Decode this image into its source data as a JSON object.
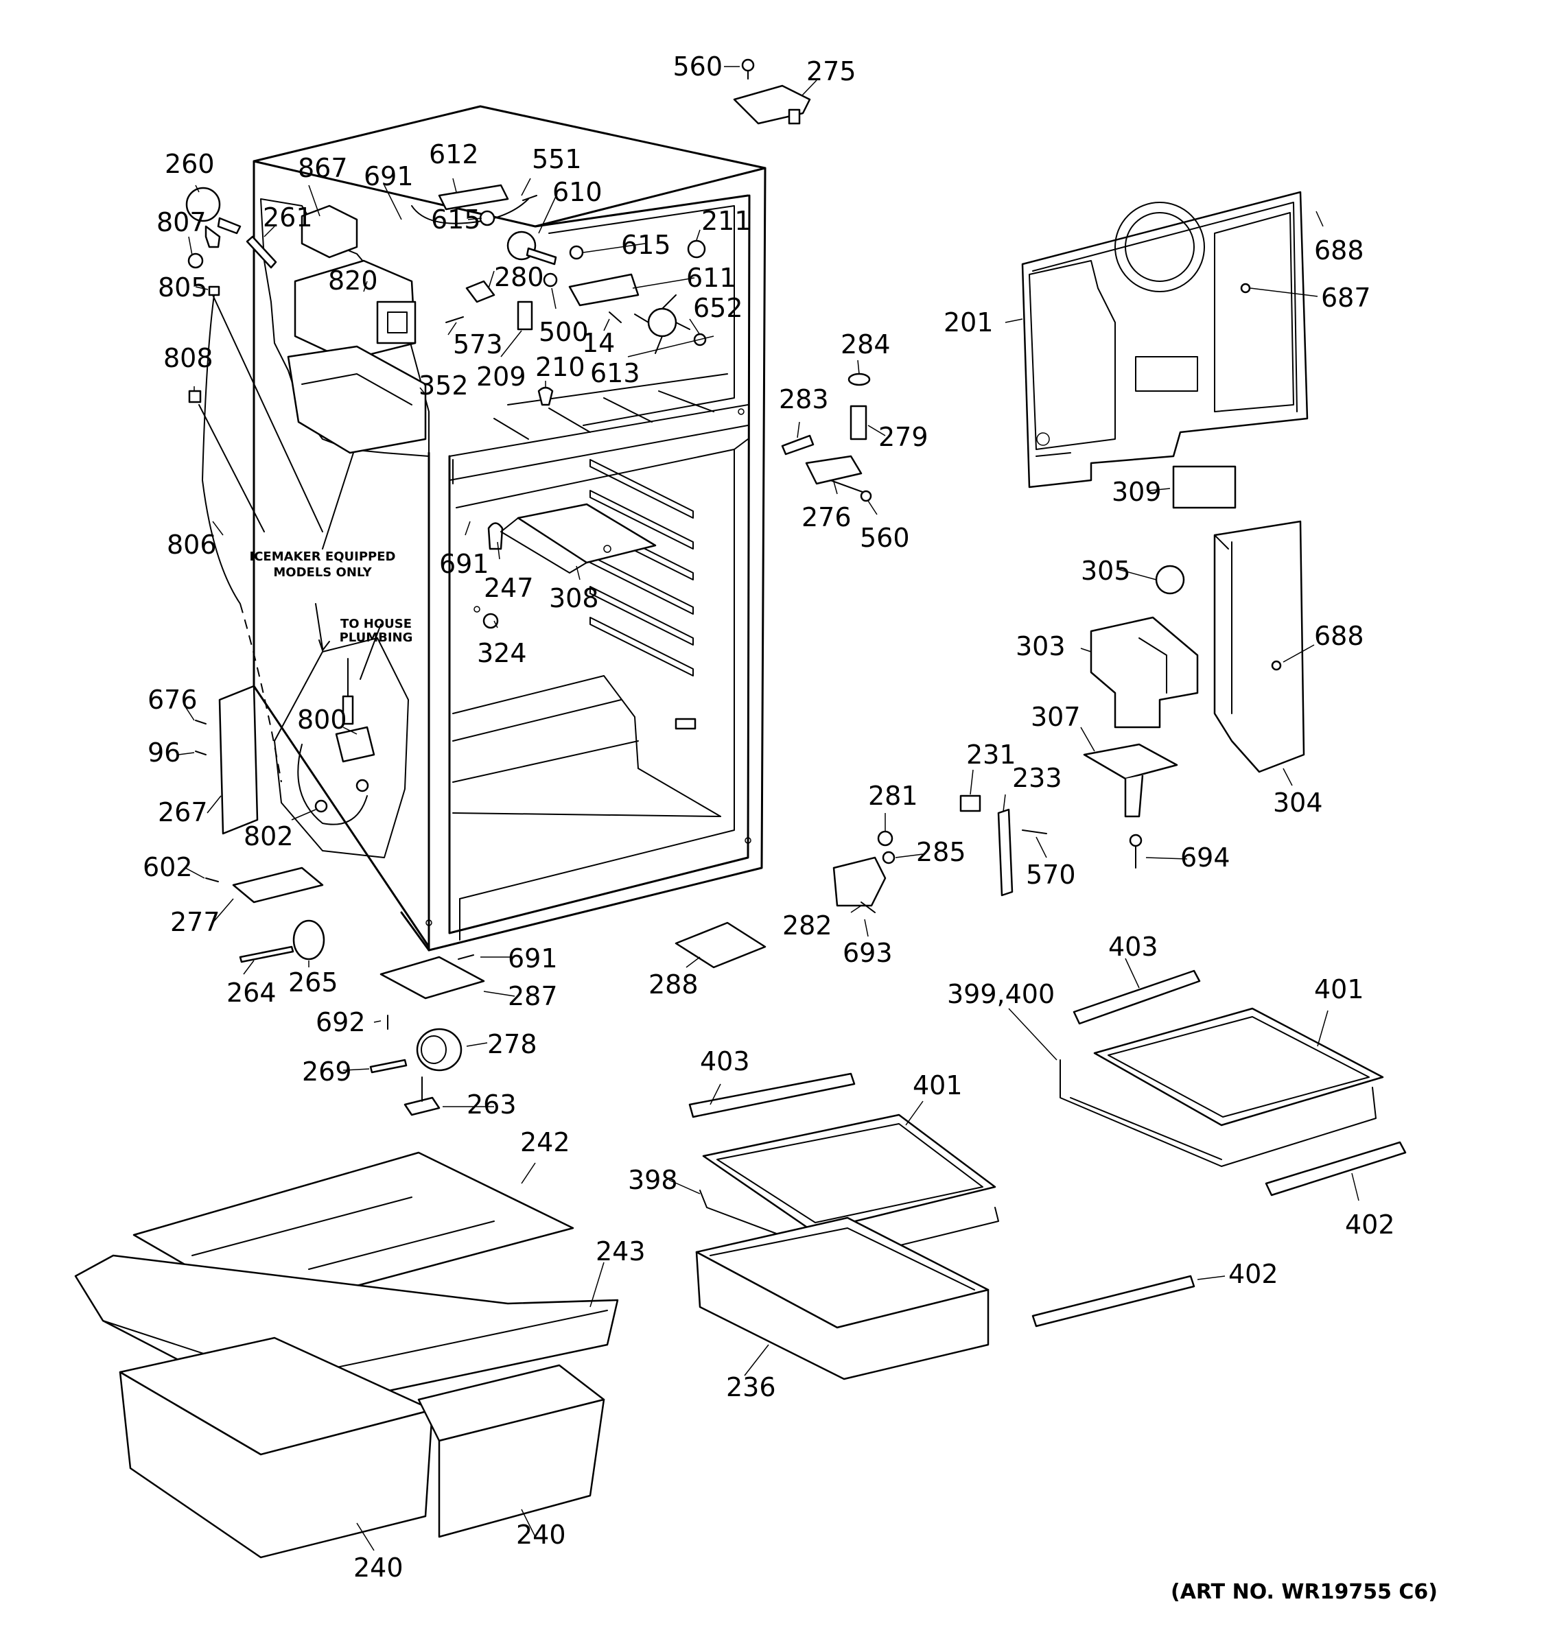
{
  "figure": {
    "note_icemaker_line1": "ICEMAKER EQUIPPED",
    "note_icemaker_line2": "MODELS ONLY",
    "note_plumbing_line1": "TO HOUSE",
    "note_plumbing_line2": "PLUMBING",
    "art_number": "(ART NO. WR19755 C6)"
  },
  "callouts": [
    "560",
    "275",
    "867",
    "691",
    "612",
    "551",
    "610",
    "260",
    "807",
    "261",
    "615",
    "211",
    "615",
    "805",
    "820",
    "280",
    "611",
    "652",
    "573",
    "500",
    "14",
    "613",
    "209",
    "210",
    "808",
    "352",
    "201",
    "688",
    "687",
    "284",
    "283",
    "279",
    "309",
    "276",
    "560",
    "806",
    "691",
    "247",
    "308",
    "305",
    "324",
    "303",
    "688",
    "676",
    "800",
    "96",
    "307",
    "231",
    "233",
    "304",
    "267",
    "802",
    "281",
    "285",
    "570",
    "694",
    "602",
    "282",
    "277",
    "693",
    "691",
    "288",
    "264",
    "265",
    "287",
    "692",
    "403",
    "399,400",
    "401",
    "278",
    "269",
    "403",
    "401",
    "263",
    "242",
    "398",
    "243",
    "402",
    "402",
    "236",
    "240",
    "240"
  ]
}
